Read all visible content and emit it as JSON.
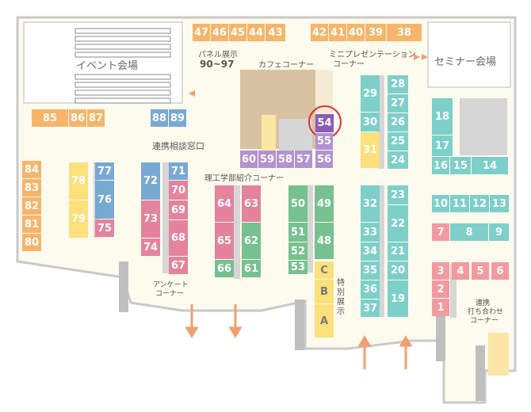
{
  "colors": {
    "orange": "#f6b56b",
    "teal": "#7dcfc9",
    "purple": "#b392cf",
    "blue": "#78a9d2",
    "pink": "#e3839d",
    "yellow": "#fbe07b",
    "green": "#77c08f",
    "salmon": "#f39aa0",
    "floor": "#fdfaee",
    "wall": "#bfbfbf",
    "cafe": "#d8c2a2",
    "gray": "#d6d6d6",
    "highlight": "#e03030"
  },
  "labels": {
    "event_hall": "イベント会場",
    "seminar_hall": "セミナー会場",
    "panel_title": "パネル展示",
    "panel_range": "90~97",
    "cafe": "カフェコーナー",
    "mini_pres_1": "ミニプレゼンテーション",
    "mini_pres_2": "コーナー",
    "consult": "連携相談窓口",
    "science": "理工学部紹介コーナー",
    "special": "特別展示",
    "survey_1": "アンケート",
    "survey_2": "コーナー",
    "meeting_1": "連携",
    "meeting_2": "打ち合わせ",
    "meeting_3": "コーナー"
  },
  "booths": [
    {
      "id": "47",
      "c": "orange"
    },
    {
      "id": "46",
      "c": "orange"
    },
    {
      "id": "45",
      "c": "orange"
    },
    {
      "id": "44",
      "c": "orange"
    },
    {
      "id": "43",
      "c": "orange"
    },
    {
      "id": "42",
      "c": "orange"
    },
    {
      "id": "41",
      "c": "orange"
    },
    {
      "id": "40",
      "c": "orange"
    },
    {
      "id": "39",
      "c": "orange"
    },
    {
      "id": "38",
      "c": "orange"
    },
    {
      "id": "85",
      "c": "orange"
    },
    {
      "id": "86",
      "c": "orange"
    },
    {
      "id": "87",
      "c": "orange"
    },
    {
      "id": "88",
      "c": "blue"
    },
    {
      "id": "89",
      "c": "blue"
    },
    {
      "id": "84",
      "c": "orange"
    },
    {
      "id": "83",
      "c": "orange"
    },
    {
      "id": "82",
      "c": "orange"
    },
    {
      "id": "81",
      "c": "orange"
    },
    {
      "id": "80",
      "c": "orange"
    },
    {
      "id": "78",
      "c": "yellow"
    },
    {
      "id": "79",
      "c": "yellow"
    },
    {
      "id": "77",
      "c": "blue"
    },
    {
      "id": "76",
      "c": "blue"
    },
    {
      "id": "75",
      "c": "pink"
    },
    {
      "id": "72",
      "c": "blue"
    },
    {
      "id": "73",
      "c": "pink"
    },
    {
      "id": "74",
      "c": "pink"
    },
    {
      "id": "71",
      "c": "blue"
    },
    {
      "id": "70",
      "c": "pink"
    },
    {
      "id": "69",
      "c": "pink"
    },
    {
      "id": "68",
      "c": "pink"
    },
    {
      "id": "67",
      "c": "pink"
    },
    {
      "id": "64",
      "c": "pink"
    },
    {
      "id": "65",
      "c": "pink"
    },
    {
      "id": "66",
      "c": "green"
    },
    {
      "id": "63",
      "c": "pink"
    },
    {
      "id": "62",
      "c": "green"
    },
    {
      "id": "61",
      "c": "green"
    },
    {
      "id": "60",
      "c": "purple"
    },
    {
      "id": "59",
      "c": "purple"
    },
    {
      "id": "58",
      "c": "purple"
    },
    {
      "id": "57",
      "c": "purple"
    },
    {
      "id": "56",
      "c": "purple"
    },
    {
      "id": "55",
      "c": "purple"
    },
    {
      "id": "54",
      "c": "purple"
    },
    {
      "id": "50",
      "c": "green"
    },
    {
      "id": "51",
      "c": "green"
    },
    {
      "id": "52",
      "c": "green"
    },
    {
      "id": "53",
      "c": "green"
    },
    {
      "id": "49",
      "c": "green"
    },
    {
      "id": "48",
      "c": "green"
    },
    {
      "id": "C",
      "c": "yellow"
    },
    {
      "id": "B",
      "c": "yellow"
    },
    {
      "id": "A",
      "c": "yellow"
    },
    {
      "id": "29",
      "c": "teal"
    },
    {
      "id": "30",
      "c": "teal"
    },
    {
      "id": "31",
      "c": "yellow"
    },
    {
      "id": "28",
      "c": "teal"
    },
    {
      "id": "27",
      "c": "teal"
    },
    {
      "id": "26",
      "c": "teal"
    },
    {
      "id": "25",
      "c": "teal"
    },
    {
      "id": "24",
      "c": "teal"
    },
    {
      "id": "32",
      "c": "teal"
    },
    {
      "id": "33",
      "c": "teal"
    },
    {
      "id": "34",
      "c": "teal"
    },
    {
      "id": "35",
      "c": "teal"
    },
    {
      "id": "36",
      "c": "teal"
    },
    {
      "id": "37",
      "c": "teal"
    },
    {
      "id": "23",
      "c": "teal"
    },
    {
      "id": "22",
      "c": "teal"
    },
    {
      "id": "21",
      "c": "teal"
    },
    {
      "id": "20",
      "c": "teal"
    },
    {
      "id": "19",
      "c": "teal"
    },
    {
      "id": "18",
      "c": "teal"
    },
    {
      "id": "17",
      "c": "teal"
    },
    {
      "id": "16",
      "c": "teal"
    },
    {
      "id": "15",
      "c": "teal"
    },
    {
      "id": "14",
      "c": "teal"
    },
    {
      "id": "10",
      "c": "teal"
    },
    {
      "id": "11",
      "c": "teal"
    },
    {
      "id": "12",
      "c": "teal"
    },
    {
      "id": "13",
      "c": "teal"
    },
    {
      "id": "7",
      "c": "salmon"
    },
    {
      "id": "8",
      "c": "teal"
    },
    {
      "id": "9",
      "c": "teal"
    },
    {
      "id": "3",
      "c": "salmon"
    },
    {
      "id": "4",
      "c": "salmon"
    },
    {
      "id": "5",
      "c": "salmon"
    },
    {
      "id": "6",
      "c": "salmon"
    },
    {
      "id": "2",
      "c": "salmon"
    },
    {
      "id": "1",
      "c": "salmon"
    }
  ],
  "highlighted_booth": "54"
}
